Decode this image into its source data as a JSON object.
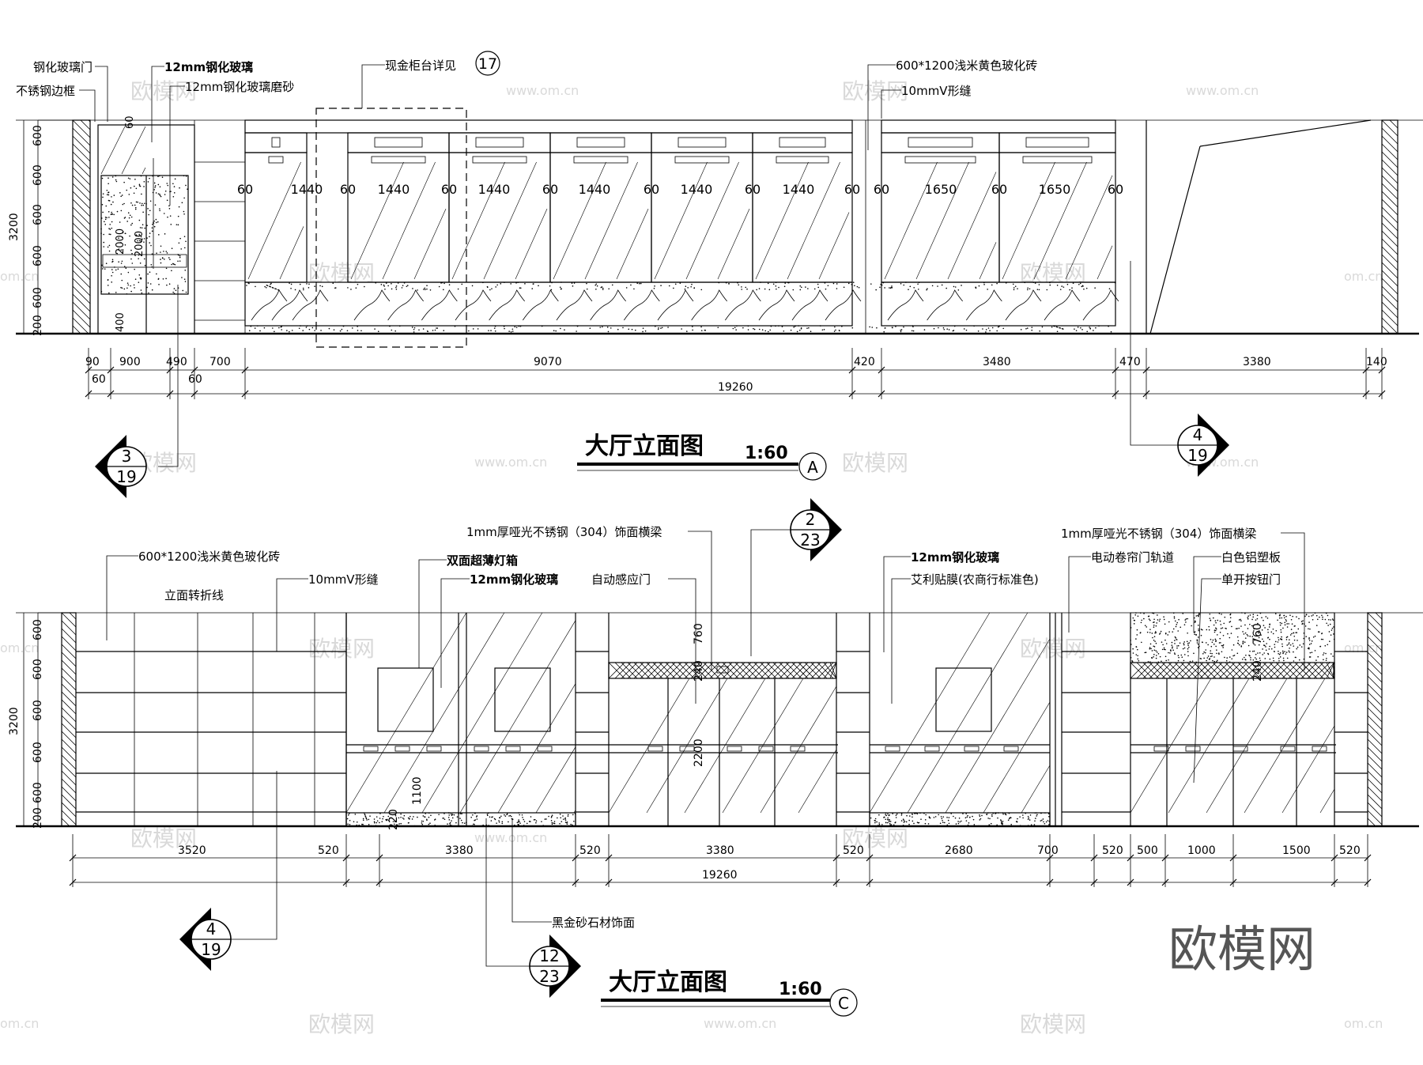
{
  "elevation_a": {
    "title": "大厅立面图",
    "scale": "1:60",
    "mark": "A",
    "labels": {
      "tempered_glass_door": "钢化玻璃门",
      "stainless_frame": "不锈钢边框",
      "glass_12mm": "12mm钢化玻璃",
      "glass_12mm_frosted": "12mm钢化玻璃磨砂",
      "cash_counter_detail": "现金柜台详见",
      "tile": "600*1200浅米黄色玻化砖",
      "v_joint": "10mmV形缝"
    },
    "detail_17": "17",
    "left_dims": [
      "600",
      "600",
      "600",
      "600",
      "600",
      "200"
    ],
    "height": "3200",
    "door_dims": [
      "60",
      "2000",
      "400"
    ],
    "window_dims": [
      "60",
      "1440",
      "60",
      "1440",
      "60",
      "1440",
      "60",
      "1440",
      "60",
      "1440",
      "60",
      "1440",
      "60",
      "60",
      "1650",
      "60",
      "1650",
      "60"
    ],
    "bottom_dims": [
      "90",
      "900",
      "490",
      "700",
      "9070",
      "420",
      "3480",
      "470",
      "3380",
      "140"
    ],
    "bottom_sub_dims": [
      "60",
      "60"
    ],
    "total": "19260",
    "callout_left": {
      "num": "3",
      "sheet": "19"
    },
    "callout_right": {
      "num": "4",
      "sheet": "19"
    }
  },
  "elevation_c": {
    "title": "大厅立面图",
    "scale": "1:60",
    "mark": "C",
    "labels": {
      "tile": "600*1200浅米黄色玻化砖",
      "fold_line": "立面转折线",
      "v_joint": "10mmV形缝",
      "lightbox": "双面超薄灯箱",
      "glass_12mm": "12mm钢化玻璃",
      "beam": "1mm厚哑光不锈钢（304）饰面横梁",
      "auto_door": "自动感应门",
      "glass_12mm_b": "12mm钢化玻璃",
      "film": "艾利贴膜(农商行标准色)",
      "beam_b": "1mm厚哑光不锈钢（304）饰面横梁",
      "shutter_track": "电动卷帘门轨道",
      "aluminum": "白色铝塑板",
      "single_door": "单开按钮门",
      "granite": "黑金砂石材饰面"
    },
    "left_dims": [
      "600",
      "600",
      "600",
      "600",
      "600",
      "200"
    ],
    "height": "3200",
    "inner_dims": [
      "1100",
      "220",
      "760",
      "240",
      "2200",
      "760",
      "240"
    ],
    "bottom_dims": [
      "3520",
      "520",
      "3380",
      "520",
      "3380",
      "520",
      "2680",
      "700",
      "520",
      "500",
      "1000",
      "1500",
      "520"
    ],
    "total": "19260",
    "callout_top": {
      "num": "2",
      "sheet": "23"
    },
    "callout_left": {
      "num": "4",
      "sheet": "19"
    },
    "callout_bottom": {
      "num": "12",
      "sheet": "23"
    }
  },
  "watermark": {
    "brand": "欧模网",
    "url": "www.om.cn",
    "url_short": "om.cn"
  }
}
